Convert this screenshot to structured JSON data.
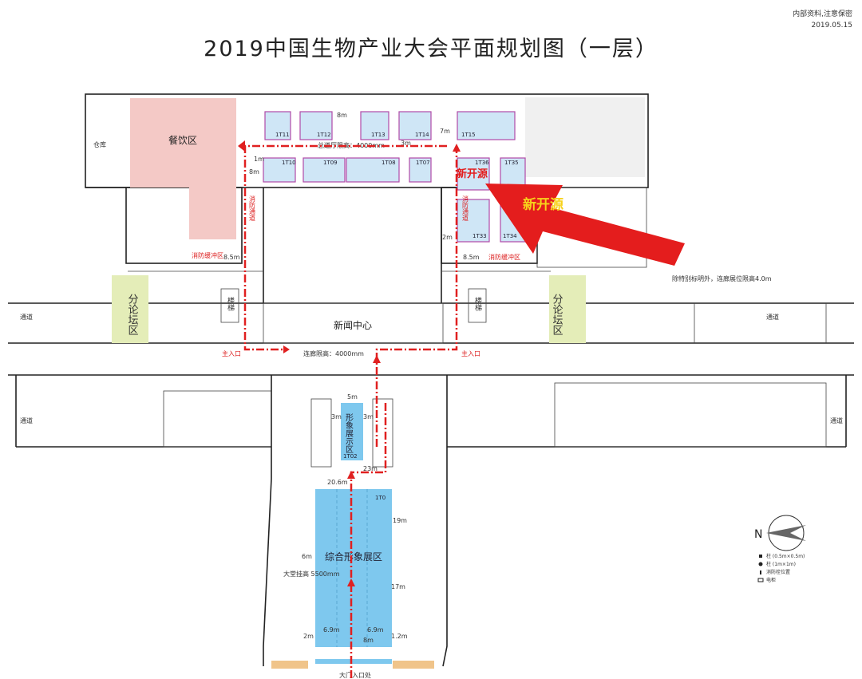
{
  "header": {
    "title": "2019中国生物产业大会平面规划图（一层）",
    "confidential": "内部资料,注意保密",
    "date": "2019.05.15"
  },
  "areas": {
    "warehouse": "仓库",
    "restaurant": "餐饮区",
    "news_center": "新闻中心",
    "forum_left": "分论坛区",
    "forum_right": "分论坛区",
    "image_display": "形象展示区",
    "comprehensive_display": "综合形象展区",
    "stairs_left": "楼梯",
    "stairs_right": "楼梯"
  },
  "booths": {
    "row1": [
      "1T11",
      "1T12",
      "1T13",
      "1T14",
      "1T15"
    ],
    "row2": [
      "1T10",
      "1T09",
      "1T08",
      "1T07"
    ],
    "xinkaiyuan": [
      "1T36",
      "1T35",
      "1T33",
      "1T34"
    ],
    "center_small": "1T02",
    "center_big": "1T0"
  },
  "labels": {
    "highlight": "新开源",
    "main_entrance_left": "主入口",
    "main_entrance_right": "主入口",
    "fire_lane": "消防通道",
    "fire_buffer": "消防缓冲区",
    "corridor": "通道",
    "main_gate": "大门入口处",
    "hall_height_top": "总道厅限高：4000mm",
    "hall_height_mid": "连廊限高：4000mm",
    "hall_height_lobby": "大堂挂高 5500mm",
    "booth_height_note": "除特别标明外，连廊展位限高4.0m",
    "compass_n": "N"
  },
  "dimensions": [
    "8m",
    "7m",
    "3m",
    "1m",
    "8m",
    "8.5m",
    "8.5m",
    "2m",
    "5m",
    "3m",
    "3m",
    "23m",
    "20.6m",
    "19m",
    "6m",
    "17m",
    "6.9m",
    "6.9m",
    "8m",
    "2m",
    "1.2m"
  ],
  "legend": [
    "柱 (0.5m×0.5m)",
    "柱 (1m×1m)",
    "消防栓位置",
    "电柜"
  ],
  "colors": {
    "booth": "#cfe6f6",
    "booth_border": "#b04aa8",
    "restaurant": "#f4c9c6",
    "forum": "#e4edb8",
    "display": "#7ec8ee",
    "route": "#e02020",
    "arrow": "#e41d1d",
    "highlight_text": "#f7d21b"
  }
}
